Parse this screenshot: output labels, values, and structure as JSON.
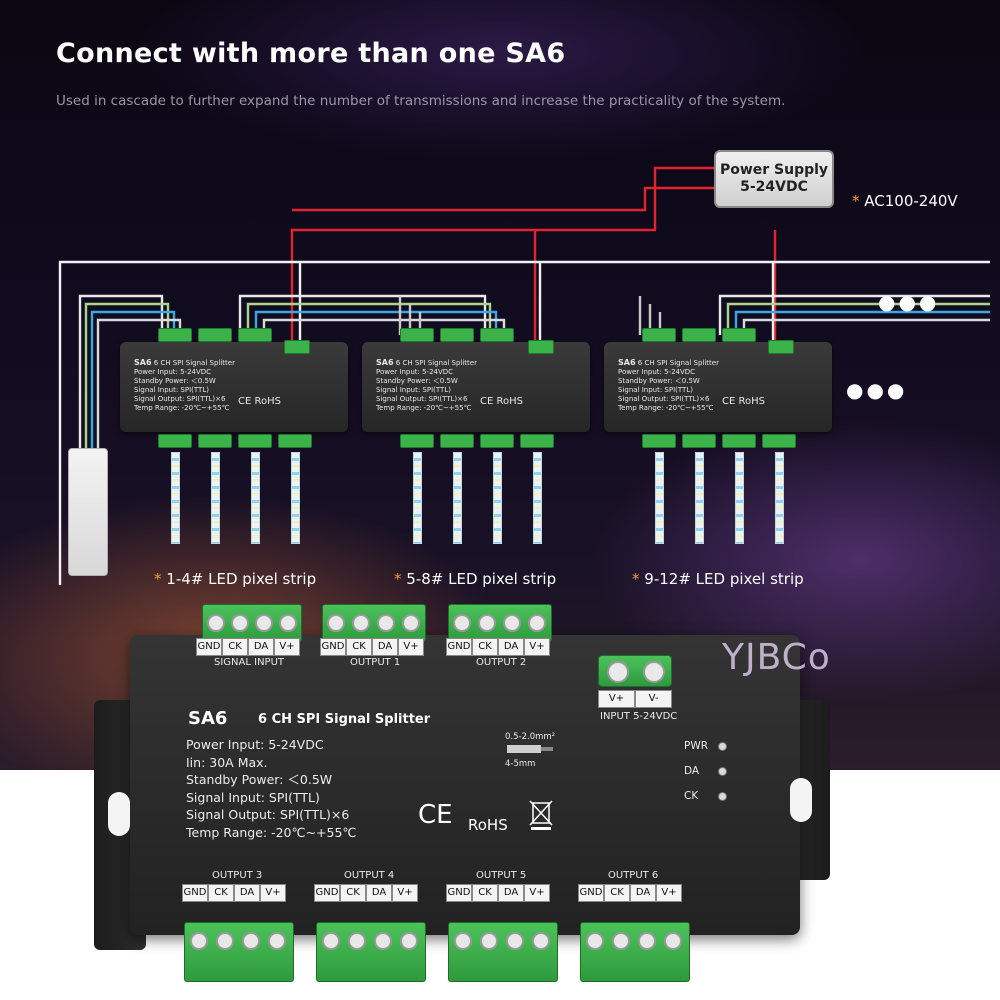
{
  "heading": {
    "title": "Connect with more than one SA6",
    "subtitle": "Used in cascade to further expand the number of transmissions and increase the practicality of the system."
  },
  "diagram": {
    "power_supply": {
      "line1": "Power Supply",
      "line2": "5-24VDC"
    },
    "ac_label": "AC100-240V",
    "star": "*",
    "strip_groups": [
      "1-4# LED pixel strip",
      "5-8# LED pixel strip",
      "9-12# LED pixel strip"
    ],
    "continuation": "●●●"
  },
  "device": {
    "model": "SA6",
    "product_name": "6 CH SPI Signal Splitter",
    "specs": [
      "Power Input: 5-24VDC",
      "Iin: 30A Max.",
      "Standby Power: ＜0.5W",
      "Signal Input: SPI(TTL)",
      "Signal Output: SPI(TTL)×6",
      "Temp Range: -20℃~+55℃"
    ],
    "wire_spec": {
      "gauge": "0.5-2.0mm²",
      "strip": "4-5mm"
    },
    "indicators": [
      "PWR",
      "DA",
      "CK"
    ],
    "certs": {
      "ce": "CE",
      "rohs": "RoHS"
    },
    "pins": [
      "GND",
      "CK",
      "DA",
      "V+"
    ],
    "top_groups": [
      "SIGNAL INPUT",
      "OUTPUT 1",
      "OUTPUT 2"
    ],
    "bottom_groups": [
      "OUTPUT 3",
      "OUTPUT 4",
      "OUTPUT 5",
      "OUTPUT 6"
    ],
    "power_pins": [
      "V+",
      "V-"
    ],
    "power_label": "INPUT 5-24VDC"
  },
  "brand": {
    "logo": "YJBCo"
  },
  "colors": {
    "accent_star": "#f39a3c",
    "wire_red": "#e0262c",
    "wire_blue": "#3aa8e0",
    "wire_white": "#f2f2f2",
    "terminal_green": "#3cb34a"
  }
}
